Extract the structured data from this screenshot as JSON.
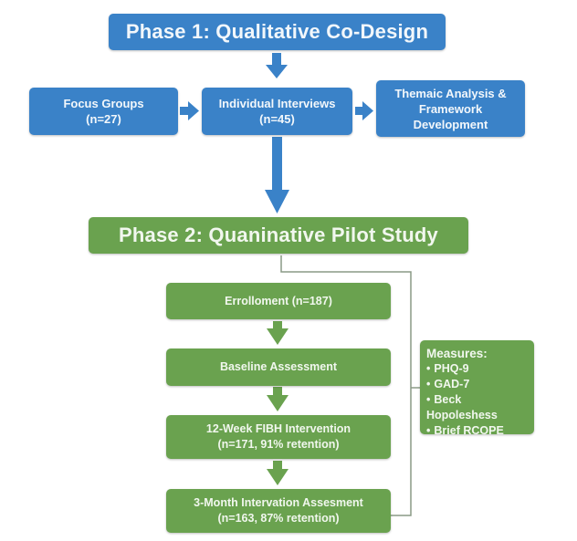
{
  "colors": {
    "phase1": "#3a82c8",
    "phase2": "#6aa24f",
    "connector": "#8a9a85"
  },
  "phase1": {
    "title": "Phase 1: Qualitative Co-Design",
    "steps": [
      {
        "line1": "Focus Groups",
        "line2": "(n=27)"
      },
      {
        "line1": "Individual Interviews",
        "line2": "(n=45)"
      },
      {
        "line1": "Themaic Analysis &",
        "line2": "Framework",
        "line3": "Development"
      }
    ]
  },
  "phase2": {
    "title": "Phase 2: Quaninative Pilot Study",
    "steps": [
      {
        "line1": "Errolloment (n=187)"
      },
      {
        "line1": "Baseline Assessment"
      },
      {
        "line1": "12-Week FIBH Intervention",
        "line2": "(n=171, 91% retention)"
      },
      {
        "line1": "3-Month Intervation Assesment",
        "line2": "(n=163, 87% retention)"
      }
    ],
    "measures": {
      "heading": "Measures:",
      "items": [
        "PHQ-9",
        "GAD-7",
        "Beck Hopoleshess",
        "Brief RCOPE"
      ]
    }
  }
}
